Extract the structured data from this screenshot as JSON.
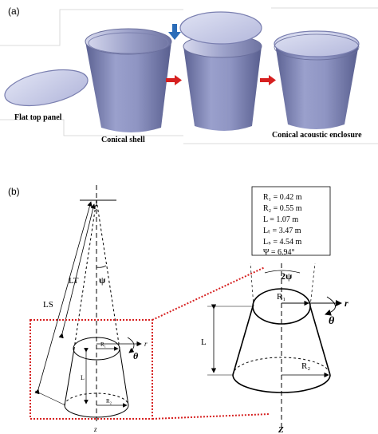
{
  "panel_a": {
    "tag": "(a)",
    "labels": {
      "flat_top_panel": "Flat top panel",
      "conical_shell": "Conical shell",
      "conical_enclosure": "Conical acoustic enclosure"
    }
  },
  "panel_b": {
    "tag": "(b)",
    "params": [
      "R₁ = 0.42 m",
      "R₂ = 0.55 m",
      "L = 1.07 m",
      "Lₜ = 3.47 m",
      "Lₛ = 4.54 m",
      "Ψ = 6.94°"
    ],
    "left_labels": {
      "LS": "LS",
      "LT": "LT",
      "psi": "ψ",
      "R1": "R₁",
      "R2": "R₂",
      "L": "L",
      "r": "r",
      "theta": "θ",
      "z": "z"
    },
    "right_labels": {
      "two_psi": "2ψ",
      "R1": "R₁",
      "R2": "R₂",
      "L": "L",
      "r": "r",
      "theta": "θ",
      "z": "Z"
    }
  },
  "colors": {
    "shell_fill": "#8c92be",
    "shell_dark": "#5a6090",
    "red_arrow": "#d62020",
    "blue_arrow": "#2a6cb8",
    "zoom_box": "#d62020"
  }
}
